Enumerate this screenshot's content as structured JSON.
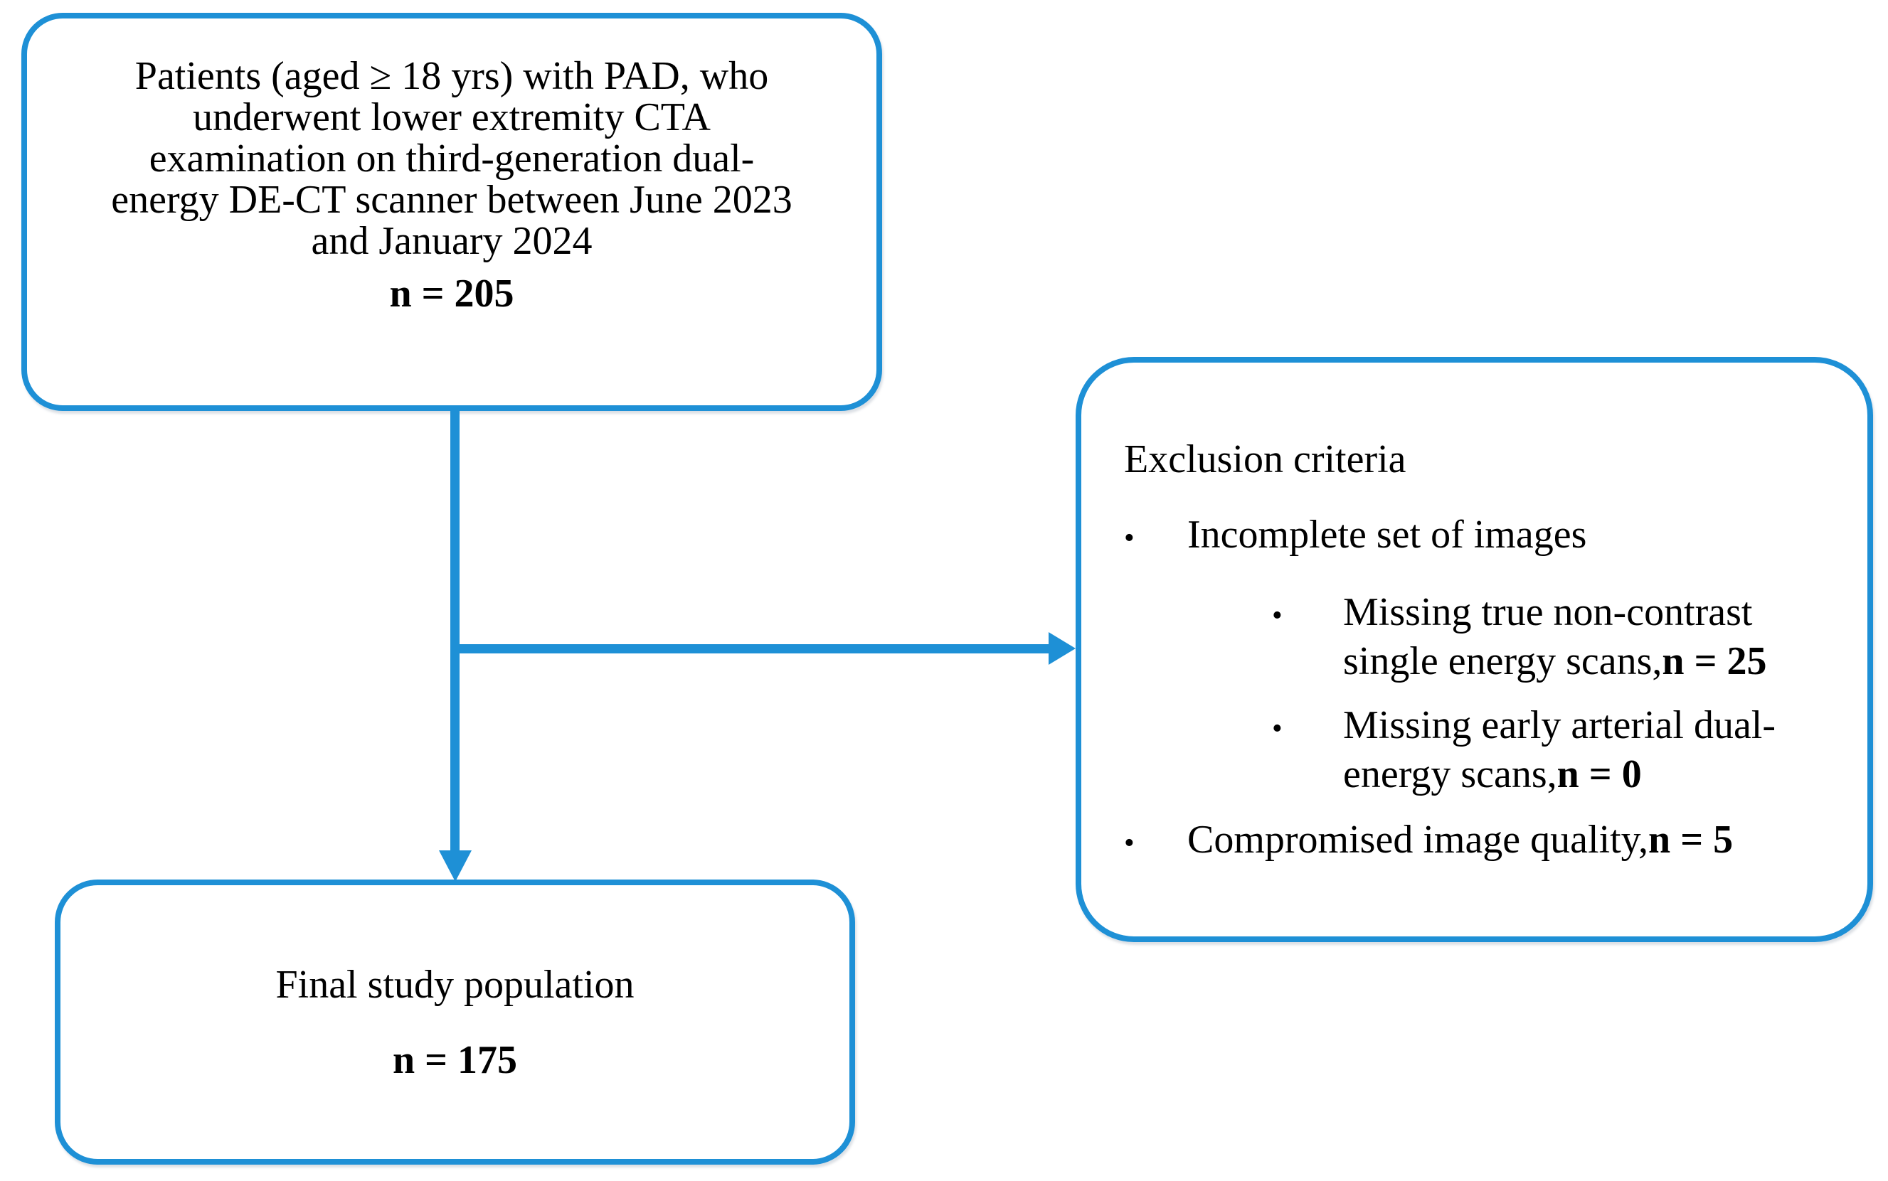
{
  "colors": {
    "accent": "#1E90D6",
    "text": "#000000",
    "background": "#FFFFFF"
  },
  "top_box": {
    "lines": [
      "Patients (aged ≥ 18 yrs) with PAD, who",
      "underwent lower extremity CTA",
      "examination on third-generation dual-",
      "energy DE-CT scanner between June 2023",
      "and January 2024"
    ],
    "count": "n = 205"
  },
  "exclusion_box": {
    "rows": [
      {
        "bullet": "",
        "text": "Exclusion criteria",
        "bold": ""
      },
      {
        "bullet": "•",
        "text": "Incomplete set of images",
        "bold": ""
      },
      {
        "bullet": "•",
        "text": "Missing true non-contrast",
        "bold": ""
      },
      {
        "bullet": "",
        "text": "single energy scans, ",
        "bold": "n = 25"
      },
      {
        "bullet": "•",
        "text": "Missing early arterial dual-",
        "bold": ""
      },
      {
        "bullet": "",
        "text": "energy scans, ",
        "bold": "n = 0"
      },
      {
        "bullet": "•",
        "text": "Compromised image quality, ",
        "bold": "n = 5"
      }
    ]
  },
  "final_box": {
    "label": "Final study population",
    "count": "n = 175"
  }
}
